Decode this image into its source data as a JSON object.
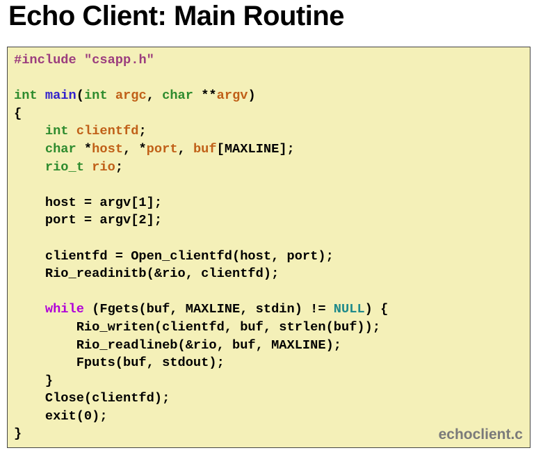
{
  "title": "Echo Client: Main Routine",
  "filename": "echoclient.c",
  "colors": {
    "background": "#f4f0b8",
    "preprocessor": "#9b3d7e",
    "type": "#2e8b2e",
    "function": "#3322cc",
    "variable": "#c06018",
    "keyword": "#b000d8",
    "constant": "#1f8a8a"
  },
  "code_lines": [
    [
      {
        "c": "pre",
        "t": "#include "
      },
      {
        "c": "str",
        "t": "\"csapp.h\""
      }
    ],
    [],
    [
      {
        "c": "type",
        "t": "int"
      },
      {
        "c": "plain",
        "t": " "
      },
      {
        "c": "fn",
        "t": "main"
      },
      {
        "c": "plain",
        "t": "("
      },
      {
        "c": "type",
        "t": "int"
      },
      {
        "c": "plain",
        "t": " "
      },
      {
        "c": "var",
        "t": "argc"
      },
      {
        "c": "plain",
        "t": ", "
      },
      {
        "c": "type",
        "t": "char"
      },
      {
        "c": "plain",
        "t": " **"
      },
      {
        "c": "var",
        "t": "argv"
      },
      {
        "c": "plain",
        "t": ")"
      }
    ],
    [
      {
        "c": "plain",
        "t": "{"
      }
    ],
    [
      {
        "c": "plain",
        "t": "    "
      },
      {
        "c": "type",
        "t": "int"
      },
      {
        "c": "plain",
        "t": " "
      },
      {
        "c": "var",
        "t": "clientfd"
      },
      {
        "c": "plain",
        "t": ";"
      }
    ],
    [
      {
        "c": "plain",
        "t": "    "
      },
      {
        "c": "type",
        "t": "char"
      },
      {
        "c": "plain",
        "t": " *"
      },
      {
        "c": "var",
        "t": "host"
      },
      {
        "c": "plain",
        "t": ", *"
      },
      {
        "c": "var",
        "t": "port"
      },
      {
        "c": "plain",
        "t": ", "
      },
      {
        "c": "var",
        "t": "buf"
      },
      {
        "c": "plain",
        "t": "[MAXLINE];"
      }
    ],
    [
      {
        "c": "plain",
        "t": "    "
      },
      {
        "c": "type",
        "t": "rio_t"
      },
      {
        "c": "plain",
        "t": " "
      },
      {
        "c": "var",
        "t": "rio"
      },
      {
        "c": "plain",
        "t": ";"
      }
    ],
    [],
    [
      {
        "c": "plain",
        "t": "    host = argv[1];"
      }
    ],
    [
      {
        "c": "plain",
        "t": "    port = argv[2];"
      }
    ],
    [],
    [
      {
        "c": "plain",
        "t": "    clientfd = Open_clientfd(host, port);"
      }
    ],
    [
      {
        "c": "plain",
        "t": "    Rio_readinitb(&rio, clientfd);"
      }
    ],
    [],
    [
      {
        "c": "plain",
        "t": "    "
      },
      {
        "c": "kw",
        "t": "while"
      },
      {
        "c": "plain",
        "t": " (Fgets(buf, MAXLINE, stdin) != "
      },
      {
        "c": "null",
        "t": "NULL"
      },
      {
        "c": "plain",
        "t": ") {"
      }
    ],
    [
      {
        "c": "plain",
        "t": "        Rio_writen(clientfd, buf, strlen(buf));"
      }
    ],
    [
      {
        "c": "plain",
        "t": "        Rio_readlineb(&rio, buf, MAXLINE);"
      }
    ],
    [
      {
        "c": "plain",
        "t": "        Fputs(buf, stdout);"
      }
    ],
    [
      {
        "c": "plain",
        "t": "    }"
      }
    ],
    [
      {
        "c": "plain",
        "t": "    Close(clientfd);"
      }
    ],
    [
      {
        "c": "plain",
        "t": "    exit(0);"
      }
    ],
    [
      {
        "c": "plain",
        "t": "}"
      }
    ]
  ]
}
